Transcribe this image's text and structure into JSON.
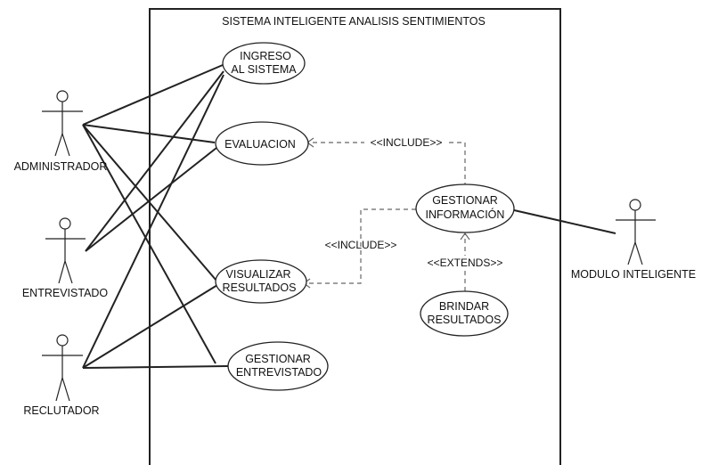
{
  "system": {
    "title": "SISTEMA INTELIGENTE ANALISIS SENTIMIENTOS"
  },
  "actors": {
    "administrador": "ADMINISTRADOR",
    "entrevistado": "ENTREVISTADO",
    "reclutador": "RECLUTADOR",
    "modulo": "MODULO INTELIGENTE"
  },
  "usecases": {
    "ingreso": [
      "INGRESO",
      "AL SISTEMA"
    ],
    "evaluacion": [
      "EVALUACION"
    ],
    "visualizar": [
      "VISUALIZAR",
      "RESULTADOS"
    ],
    "gestionar_entrevistado": [
      "GESTIONAR",
      "ENTREVISTADO"
    ],
    "gestionar_informacion": [
      "GESTIONAR",
      "INFORMACIÓN"
    ],
    "brindar": [
      "BRINDAR",
      "RESULTADOS"
    ]
  },
  "relations": {
    "include_evaluacion": "<<INCLUDE>>",
    "include_visualizar": "<<INCLUDE>>",
    "extends_brindar": "<<EXTENDS>>"
  },
  "colors": {
    "stroke": "#222222",
    "dashed": "#666666",
    "background": "#ffffff"
  }
}
